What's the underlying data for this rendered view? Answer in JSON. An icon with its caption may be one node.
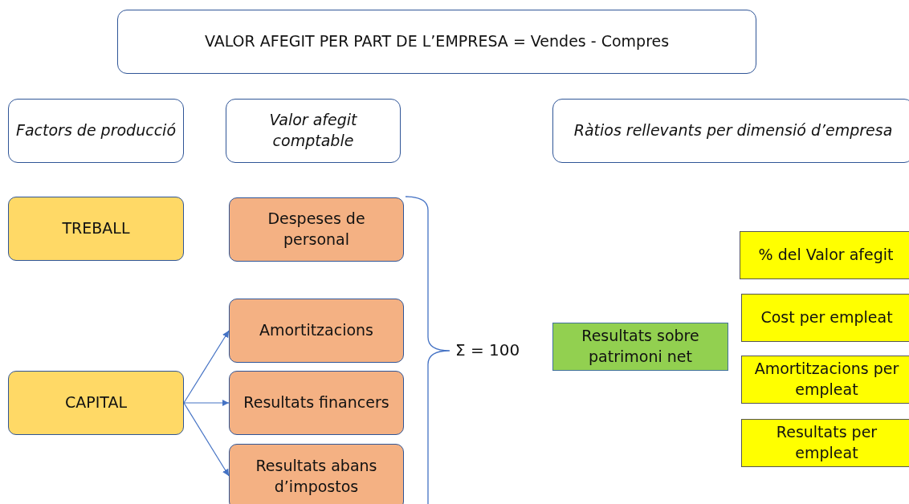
{
  "diagram": {
    "nodes": [
      {
        "text": [
          "VALOR AFEGIT PER PART DE L’EMPRESA = Vendes - Compres"
        ]
      },
      {
        "text": [
          "Factors de producció"
        ]
      },
      {
        "text": [
          "Valor afegit comptable"
        ]
      },
      {
        "text": [
          "Ràtios rellevants per dimensió d’empresa"
        ]
      },
      {
        "text": [
          "TREBALL"
        ]
      },
      {
        "text": [
          "Despeses de personal"
        ]
      },
      {
        "text": [
          "Amortitzacions"
        ]
      },
      {
        "text": [
          "CAPITAL"
        ]
      },
      {
        "text": [
          "Resultats financers"
        ]
      },
      {
        "text": [
          "Resultats abans d’impostos"
        ]
      },
      {
        "text": [
          "Resultats sobre patrimoni net"
        ]
      },
      {
        "text": [
          "% del Valor afegit"
        ]
      },
      {
        "text": [
          "Cost per empleat"
        ]
      },
      {
        "text": [
          "Amortitzacions per empleat"
        ]
      },
      {
        "text": [
          "Resultats per empleat"
        ]
      }
    ],
    "edges": [
      {
        "from": 7,
        "to": 6,
        "arrow": "to"
      },
      {
        "from": 7,
        "to": 8,
        "arrow": "to"
      },
      {
        "from": 7,
        "to": 9,
        "arrow": "to"
      }
    ],
    "labels": [
      "Σ = 100"
    ]
  }
}
